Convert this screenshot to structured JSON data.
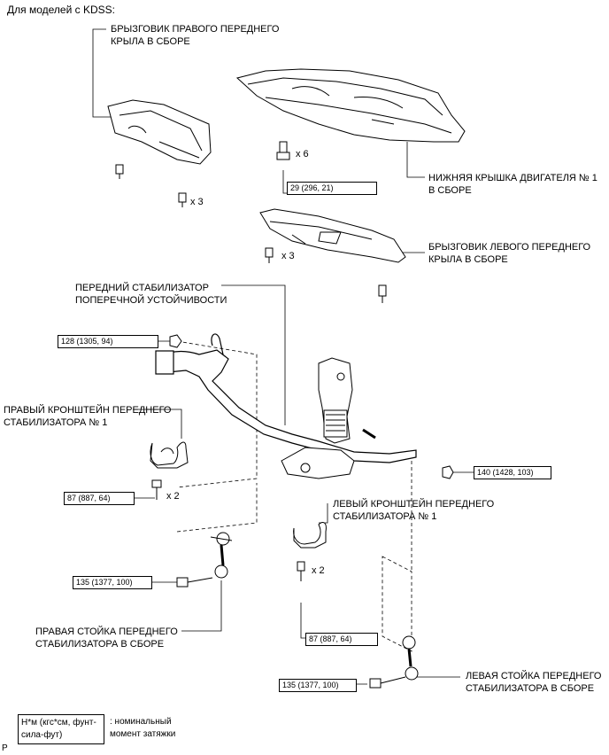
{
  "header": {
    "title": "Для моделей с KDSS:"
  },
  "labels": {
    "right_splash": "БРЫЗГОВИК ПРАВОГО ПЕРЕДНЕГО\nКРЫЛА В СБОРЕ",
    "engine_cover": "НИЖНЯЯ КРЫШКА ДВИГАТЕЛЯ № 1\nВ СБОРЕ",
    "left_splash": "БРЫЗГОВИК ЛЕВОГО ПЕРЕДНЕГО\nКРЫЛА В СБОРЕ",
    "stabilizer": "ПЕРЕДНИЙ СТАБИЛИЗАТОР\nПОПЕРЕЧНОЙ УСТОЙЧИВОСТИ",
    "right_bracket": "ПРАВЫЙ КРОНШТЕЙН ПЕРЕДНЕГО\nСТАБИЛИЗАТОРА № 1",
    "left_bracket": "ЛЕВЫЙ КРОНШТЕЙН ПЕРЕДНЕГО\nСТАБИЛИЗАТОРА № 1",
    "right_link": "ПРАВАЯ СТОЙКА ПЕРЕДНЕГО\nСТАБИЛИЗАТОРА В СБОРЕ",
    "left_link": "ЛЕВАЯ СТОЙКА ПЕРЕДНЕГО\nСТАБИЛИЗАТОРА В СБОРЕ"
  },
  "quantities": {
    "x3_right": "x 3",
    "x6": "x 6",
    "x3_left": "x 3",
    "x2_right": "x 2",
    "x2_left": "x 2"
  },
  "torques": {
    "cover_bolts": "29 (296, 21)",
    "stab_nut_right": "128 (1305, 94)",
    "stab_nut_left": "140 (1428, 103)",
    "bracket_right": "87 (887, 64)",
    "bracket_left": "87 (887, 64)",
    "link_right": "135 (1377, 100)",
    "link_left": "135 (1377, 100)"
  },
  "legend": {
    "box": "Н*м (кгс*см, фунт-\nсила-фут)",
    "text": ": номинальный\nмомент затяжки"
  },
  "footer": {
    "code": "P"
  }
}
